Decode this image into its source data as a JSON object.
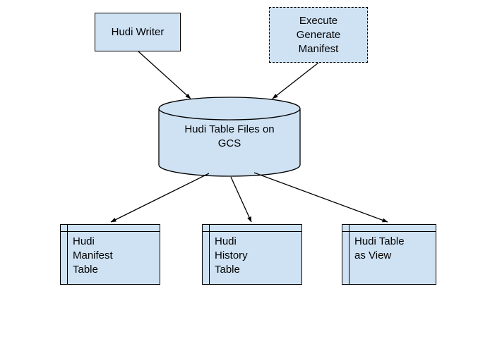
{
  "diagram": {
    "colors": {
      "shape_fill": "#cfe2f3",
      "shape_border": "#000000",
      "connector": "#000000",
      "background": "#ffffff"
    },
    "nodes": {
      "hudi_writer": {
        "label": "Hudi Writer",
        "shape": "rectangle"
      },
      "execute_generate_manifest": {
        "label": "Execute Generate Manifest",
        "shape": "rectangle-dashed"
      },
      "gcs_files": {
        "label": "Hudi Table Files on GCS",
        "shape": "cylinder"
      },
      "hudi_manifest_table": {
        "label": "Hudi Manifest Table",
        "shape": "table"
      },
      "hudi_history_table": {
        "label": "Hudi History Table",
        "shape": "table"
      },
      "hudi_table_as_view": {
        "label": "Hudi Table as View",
        "shape": "table"
      }
    },
    "edges": [
      {
        "from": "hudi_writer",
        "to": "gcs_files"
      },
      {
        "from": "execute_generate_manifest",
        "to": "gcs_files"
      },
      {
        "from": "gcs_files",
        "to": "hudi_manifest_table"
      },
      {
        "from": "gcs_files",
        "to": "hudi_history_table"
      },
      {
        "from": "gcs_files",
        "to": "hudi_table_as_view"
      }
    ]
  }
}
